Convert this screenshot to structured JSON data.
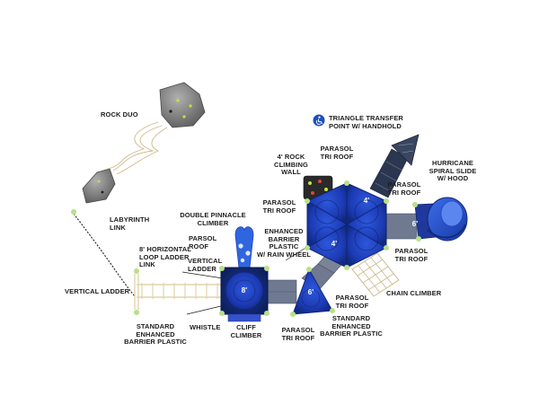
{
  "labels": {
    "rock_duo": "ROCK DUO",
    "triangle_transfer": "TRIANGLE TRANSFER\nPOINT W/ HANDHOLD",
    "parasol_top": "PARASOL\nTRI ROOF",
    "hurricane_slide": "HURRICANE\nSPIRAL SLIDE\nW/ HOOD",
    "rock_climbing_wall": "4' ROCK\nCLIMBING WALL",
    "parasol_right_upper": "PARASOL\nTRI ROOF",
    "parasol_left": "PARASOL\nTRI ROOF",
    "labyrinth_link": "LABYRINTH\nLINK",
    "double_pinnacle": "DOUBLE PINNACLE\nCLIMBER",
    "enhanced_barrier_wheel": "ENHANCED\nBARRIER\nPLASTIC\nW/ RAIN WHEEL",
    "parasol_roof": "PARSOL\nROOF",
    "parasol_right_lower": "PARASOL\nTRI ROOF",
    "horizontal_loop_ladder": "8' HORIZONTAL\nLOOP LADDER\nLINK",
    "vertical_ladder_mid": "VERTICAL\nLADDER",
    "vertical_ladder_left": "VERTICAL LADDER",
    "chain_climber": "CHAIN CLIMBER",
    "parasol_center_lower": "PARASOL\nTRI ROOF",
    "standard_enhanced_barrier_left": "STANDARD\nENHANCED\nBARRIER PLASTIC",
    "whistle": "WHISTLE",
    "cliff_climber": "CLIFF\nCLIMBER",
    "parasol_bottom": "PARASOL\nTRI ROOF",
    "standard_enhanced_barrier_right": "STANDARD ENHANCED\nBARRIER PLASTIC"
  },
  "deck_heights": {
    "square_deck": "8'",
    "tri_deck_lower": "6'",
    "hex_top": "4'",
    "hex_bottom": "4'",
    "slide_deck": "6'"
  },
  "icons": {
    "accessibility": "accessibility-icon"
  },
  "colors": {
    "roof_blue": "#1f3fb8",
    "roof_dark": "#0f2474",
    "deck_gray": "#6f7990",
    "post_green": "#b8e08a",
    "rock_gray": "#8a8a8a",
    "rope_tan": "#d8c9a0"
  }
}
